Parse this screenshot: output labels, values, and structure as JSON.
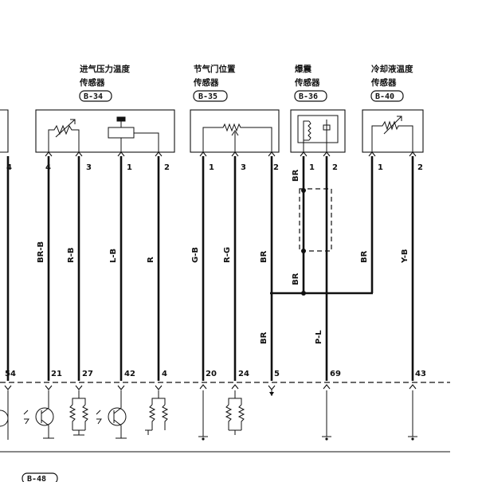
{
  "sensors": [
    {
      "title_line1": "进气压力温度",
      "title_line2": "传感器",
      "connector": "B-34"
    },
    {
      "title_line1": "节气门位置",
      "title_line2": "传感器",
      "connector": "B-35"
    },
    {
      "title_line1": "爆震",
      "title_line2": "传感器",
      "connector": "B-36"
    },
    {
      "title_line1": "冷却液温度",
      "title_line2": "传感器",
      "connector": "B-40"
    }
  ],
  "left_pin": "4",
  "pins": {
    "b34": [
      "4",
      "3",
      "1",
      "2"
    ],
    "b35": [
      "1",
      "3",
      "2"
    ],
    "b36": [
      "1",
      "2"
    ],
    "b40": [
      "1",
      "2"
    ]
  },
  "wires": {
    "br_b": "BR-B",
    "r_b": "R-B",
    "l_b": "L-B",
    "r": "R",
    "g_b": "G-B",
    "r_g": "R-G",
    "br_upper": "BR",
    "br_lower": "BR",
    "br_knock_a": "BR",
    "br_knock_b": "BR",
    "p_l": "P-L",
    "br_coolant": "BR",
    "y_b": "Y-B"
  },
  "ecu_terminals": [
    "54",
    "21",
    "27",
    "42",
    "4",
    "20",
    "24",
    "5",
    "69",
    "43"
  ],
  "bottom_connector": "B-48"
}
